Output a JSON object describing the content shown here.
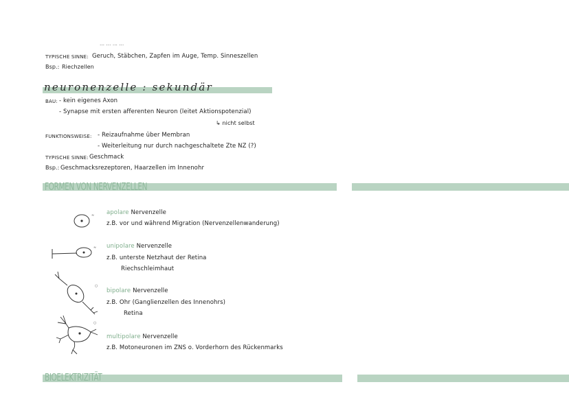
{
  "top_fragment": "… … … …",
  "typische_sinne_1": {
    "label": "TYPISCHE SINNE:",
    "value": "Geruch, Stäbchen, Zapfen im Auge, Temp. Sinneszellen"
  },
  "bsp_1": {
    "label": "Bsp.:",
    "value": "Riechzellen"
  },
  "cursive_heading": "neuronenzelle : sekundär",
  "bau": {
    "label": "BAU:",
    "line1": "- kein eigenes Axon",
    "line2": "- Synapse mit ersten afferenten Neuron (leitet Aktionspotenzial)",
    "line3": "↳ nicht selbst"
  },
  "funktionsweise": {
    "label": "FUNKTIONSWEISE:",
    "line1": "- Reizaufnahme über Membran",
    "line2": "- Weiterleitung nur durch nachgeschaltete Zte NZ (?)"
  },
  "typische_sinne_2": {
    "label": "TYPISCHE SINNE:",
    "value": "Geschmack"
  },
  "bsp_2": {
    "label": "Bsp.:",
    "value": "Geschmacksrezeptoren, Haarzellen im Innenohr"
  },
  "section_formen": "FORMEN VON NERVENZELLEN",
  "neurons": [
    {
      "type": "apolare",
      "rest": "Nervenzelle",
      "ex1": "z.B. vor und während Migration (Nervenzellenwanderung)",
      "ex2": ""
    },
    {
      "type": "unipolare",
      "rest": "Nervenzelle",
      "ex1": "z.B. unterste Netzhaut der Retina",
      "ex2": "Riechschleimhaut"
    },
    {
      "type": "bipolare",
      "rest": "Nervenzelle",
      "ex1": "z.B. Ohr (Ganglienzellen des Innenohrs)",
      "ex2": "Retina"
    },
    {
      "type": "multipolare",
      "rest": "Nervenzelle",
      "ex1": "z.B. Motoneuronen im ZNS o. Vorderhorn des Rückenmarks",
      "ex2": ""
    }
  ],
  "section_bio": "BIOELEKTRIZITÄT",
  "colors": {
    "accent": "#b9d4c2",
    "heading": "#8fb99c"
  }
}
